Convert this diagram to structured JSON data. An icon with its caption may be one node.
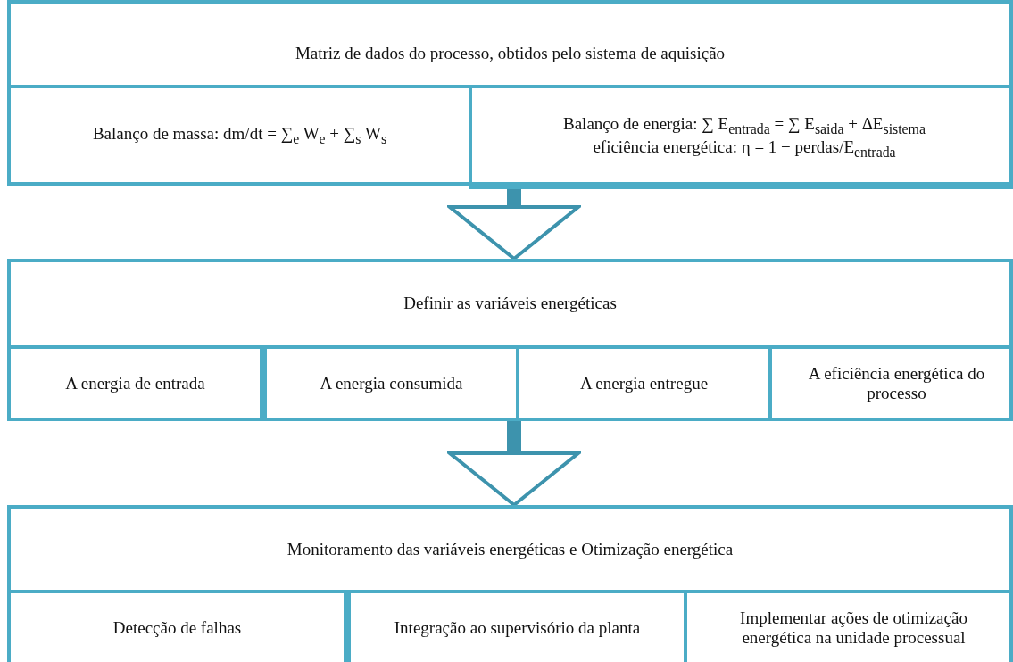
{
  "diagram": {
    "nodes": [
      {
        "text": [
          "Matriz de dados do processo, obtidos pelo sistema  de aquisição"
        ]
      },
      {
        "text": [
          "Balanço de massa: dm/dt = ∑$_{e}$ W$_{e}$ + ∑$_{s}$ W$_{s}$"
        ],
        "in": 0
      },
      {
        "text": [
          "Balanço de energia: ∑ E$_{entrada}$ = ∑ E$_{saida}$ + ΔE$_{sistema}$",
          "eficiência energética: η = 1 − perdas/E$_{entrada}$"
        ],
        "in": 0
      },
      {
        "text": [
          "Definir as variáveis energéticas"
        ]
      },
      {
        "text": [
          "A energia de entrada"
        ],
        "in": 3
      },
      {
        "text": [
          "A energia consumida"
        ],
        "in": 3
      },
      {
        "text": [
          "A energia entregue"
        ],
        "in": 3
      },
      {
        "text": [
          "A eficiência energética do processo"
        ],
        "in": 3
      },
      {
        "text": [
          "Monitoramento das variáveis energéticas e Otimização energética"
        ]
      },
      {
        "text": [
          "Detecção de falhas"
        ],
        "in": 8
      },
      {
        "text": [
          "Integração ao supervisório da planta"
        ],
        "in": 8
      },
      {
        "text": [
          "Implementar ações de otimização energética na unidade processual"
        ],
        "in": 8
      }
    ],
    "edges": [
      {
        "from": 0,
        "to": 3,
        "arrow": "to"
      },
      {
        "from": 3,
        "to": 8,
        "arrow": "to"
      }
    ]
  }
}
